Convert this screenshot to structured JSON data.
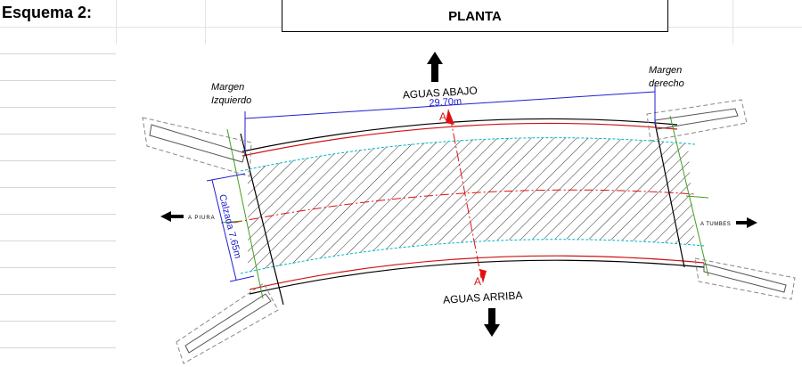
{
  "sheet": {
    "title": "Esquema 2:",
    "view_label": "PLANTA"
  },
  "drawing": {
    "left_bank_label": [
      "Margen",
      "Izquierdo"
    ],
    "right_bank_label": [
      "Margen",
      "derecho"
    ],
    "downstream_label": "AGUAS ABAJO",
    "upstream_label": "AGUAS ARRIBA",
    "span_dimension": "29.70m",
    "roadway_dimension": "Calzada 7.65m",
    "section_marker_top": "A",
    "section_marker_bottom": "A",
    "to_left_label": "A PIURA",
    "to_right_label": "A TUMBES",
    "colors": {
      "dimension": "#1f1fd0",
      "curb": "#d01010",
      "edge": "#00b8c8",
      "axis": "#e01010",
      "support": "#40a020"
    }
  }
}
